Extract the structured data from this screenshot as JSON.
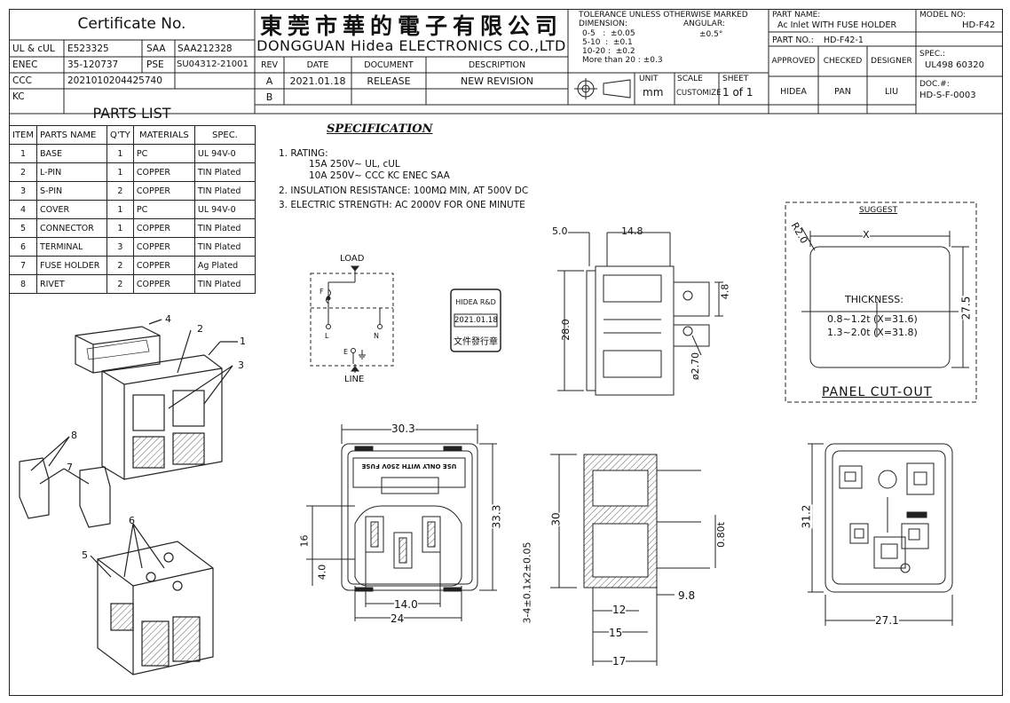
{
  "cert": {
    "title": "Certificate No.",
    "rows": [
      {
        "k1": "UL & cUL",
        "v1": "E523325",
        "k2": "SAA",
        "v2": "SAA212328"
      },
      {
        "k1": "ENEC",
        "v1": "35-120737",
        "k2": "PSE",
        "v2": "SU04312-21001"
      },
      {
        "k1": "CCC",
        "v1": "2021010204425740",
        "k2": "",
        "v2": ""
      },
      {
        "k1": "KC",
        "v1": "",
        "k2": "",
        "v2": ""
      }
    ]
  },
  "company": {
    "cn_name": "東莞市華的電子有限公司",
    "en_name": "DONGGUAN Hidea ELECTRONICS CO.,LTD"
  },
  "revision": {
    "headers": [
      "REV",
      "DATE",
      "DOCUMENT",
      "DESCRIPTION"
    ],
    "rows": [
      {
        "rev": "A",
        "date": "2021.01.18",
        "doc": "RELEASE",
        "desc": "NEW REVISION"
      },
      {
        "rev": "B",
        "date": "",
        "doc": "",
        "desc": ""
      }
    ]
  },
  "tolerance": {
    "title": "TOLERANCE UNLESS OTHERWISE MARKED",
    "dimension": "DIMENSION:",
    "angular": "ANGULAR:",
    "angular_val": "±0.5°",
    "lines": [
      "0-5   :  ±0.05",
      "5-10  :  ±0.1",
      "10-20 :  ±0.2",
      "More than 20 : ±0.3"
    ],
    "unit_label": "UNIT",
    "unit": "mm",
    "scale_label": "SCALE",
    "scale": "CUSTOMIZE",
    "sheet_label": "SHEET",
    "sheet": "1 of 1"
  },
  "part": {
    "name_label": "PART NAME:",
    "name": "Ac Inlet WITH FUSE HOLDER",
    "model_label": "MODEL NO:",
    "model": "HD-F42",
    "no_label": "PART NO.:",
    "no": "HD-F42-1",
    "approved_label": "APPROVED",
    "checked_label": "CHECKED",
    "designer_label": "DESIGNER",
    "approved": "HIDEA",
    "checked": "PAN",
    "designer": "LIU",
    "spec_label": "SPEC.:",
    "spec": "UL498 60320",
    "doc_label": "DOC.#:",
    "doc": "HD-S-F-0003"
  },
  "parts_list": {
    "title": "PARTS LIST",
    "headers": [
      "ITEM",
      "PARTS NAME",
      "Q'TY",
      "MATERIALS",
      "SPEC."
    ],
    "rows": [
      {
        "item": "1",
        "name": "BASE",
        "qty": "1",
        "mat": "PC",
        "spec": "UL 94V-0"
      },
      {
        "item": "2",
        "name": "L-PIN",
        "qty": "1",
        "mat": "COPPER",
        "spec": "TIN Plated"
      },
      {
        "item": "3",
        "name": "S-PIN",
        "qty": "2",
        "mat": "COPPER",
        "spec": "TIN Plated"
      },
      {
        "item": "4",
        "name": "COVER",
        "qty": "1",
        "mat": "PC",
        "spec": "UL 94V-0"
      },
      {
        "item": "5",
        "name": "CONNECTOR",
        "qty": "1",
        "mat": "COPPER",
        "spec": "TIN Plated"
      },
      {
        "item": "6",
        "name": "TERMINAL",
        "qty": "3",
        "mat": "COPPER",
        "spec": "TIN Plated"
      },
      {
        "item": "7",
        "name": "FUSE HOLDER",
        "qty": "2",
        "mat": "COPPER",
        "spec": "Ag Plated"
      },
      {
        "item": "8",
        "name": "RIVET",
        "qty": "2",
        "mat": "COPPER",
        "spec": "TIN Plated"
      }
    ]
  },
  "specification": {
    "title": "SPECIFICATION",
    "lines": [
      "1. RATING:",
      "15A  250V~  UL, cUL",
      "10A  250V~  CCC KC ENEC SAA",
      "2. INSULATION RESISTANCE: 100MΩ MIN, AT 500V DC",
      "3. ELECTRIC STRENGTH: AC 2000V FOR ONE MINUTE"
    ]
  },
  "schematic": {
    "load": "LOAD",
    "line": "LINE",
    "f": "F",
    "l": "L",
    "n": "N",
    "e": "E"
  },
  "stamp": {
    "company": "HIDEA R&D",
    "date": "2021.01.18",
    "text": "文件發行章"
  },
  "dims": {
    "side_top_a": "5.0",
    "side_top_b": "14.8",
    "side_h": "28.0",
    "side_pin": "4.8",
    "side_hole": "ø2.70",
    "front_w": "30.3",
    "front_h": "33.3",
    "front_a": "16",
    "front_b": "4.0",
    "front_c": "14.0",
    "front_d": "24",
    "sec_h": "30",
    "sec_t": "0.80t",
    "sec_a": "9.8",
    "sec_b": "12",
    "sec_c": "15",
    "sec_d": "17",
    "sec_side": "3-4±0.1x2±0.05",
    "back_h": "31.2",
    "back_w": "27.1",
    "fuse_text": "USE ONLY WITH 250V FUSE"
  },
  "cutout": {
    "suggest": "SUGGEST",
    "radius": "R2.0",
    "x": "X",
    "h": "27.5",
    "thickness": "THICKNESS:",
    "t1": "0.8~1.2t  (X=31.6)",
    "t2": "1.3~2.0t  (X=31.8)",
    "title": "PANEL CUT-OUT"
  },
  "callouts": [
    "1",
    "2",
    "3",
    "4",
    "5",
    "6",
    "7",
    "8"
  ]
}
